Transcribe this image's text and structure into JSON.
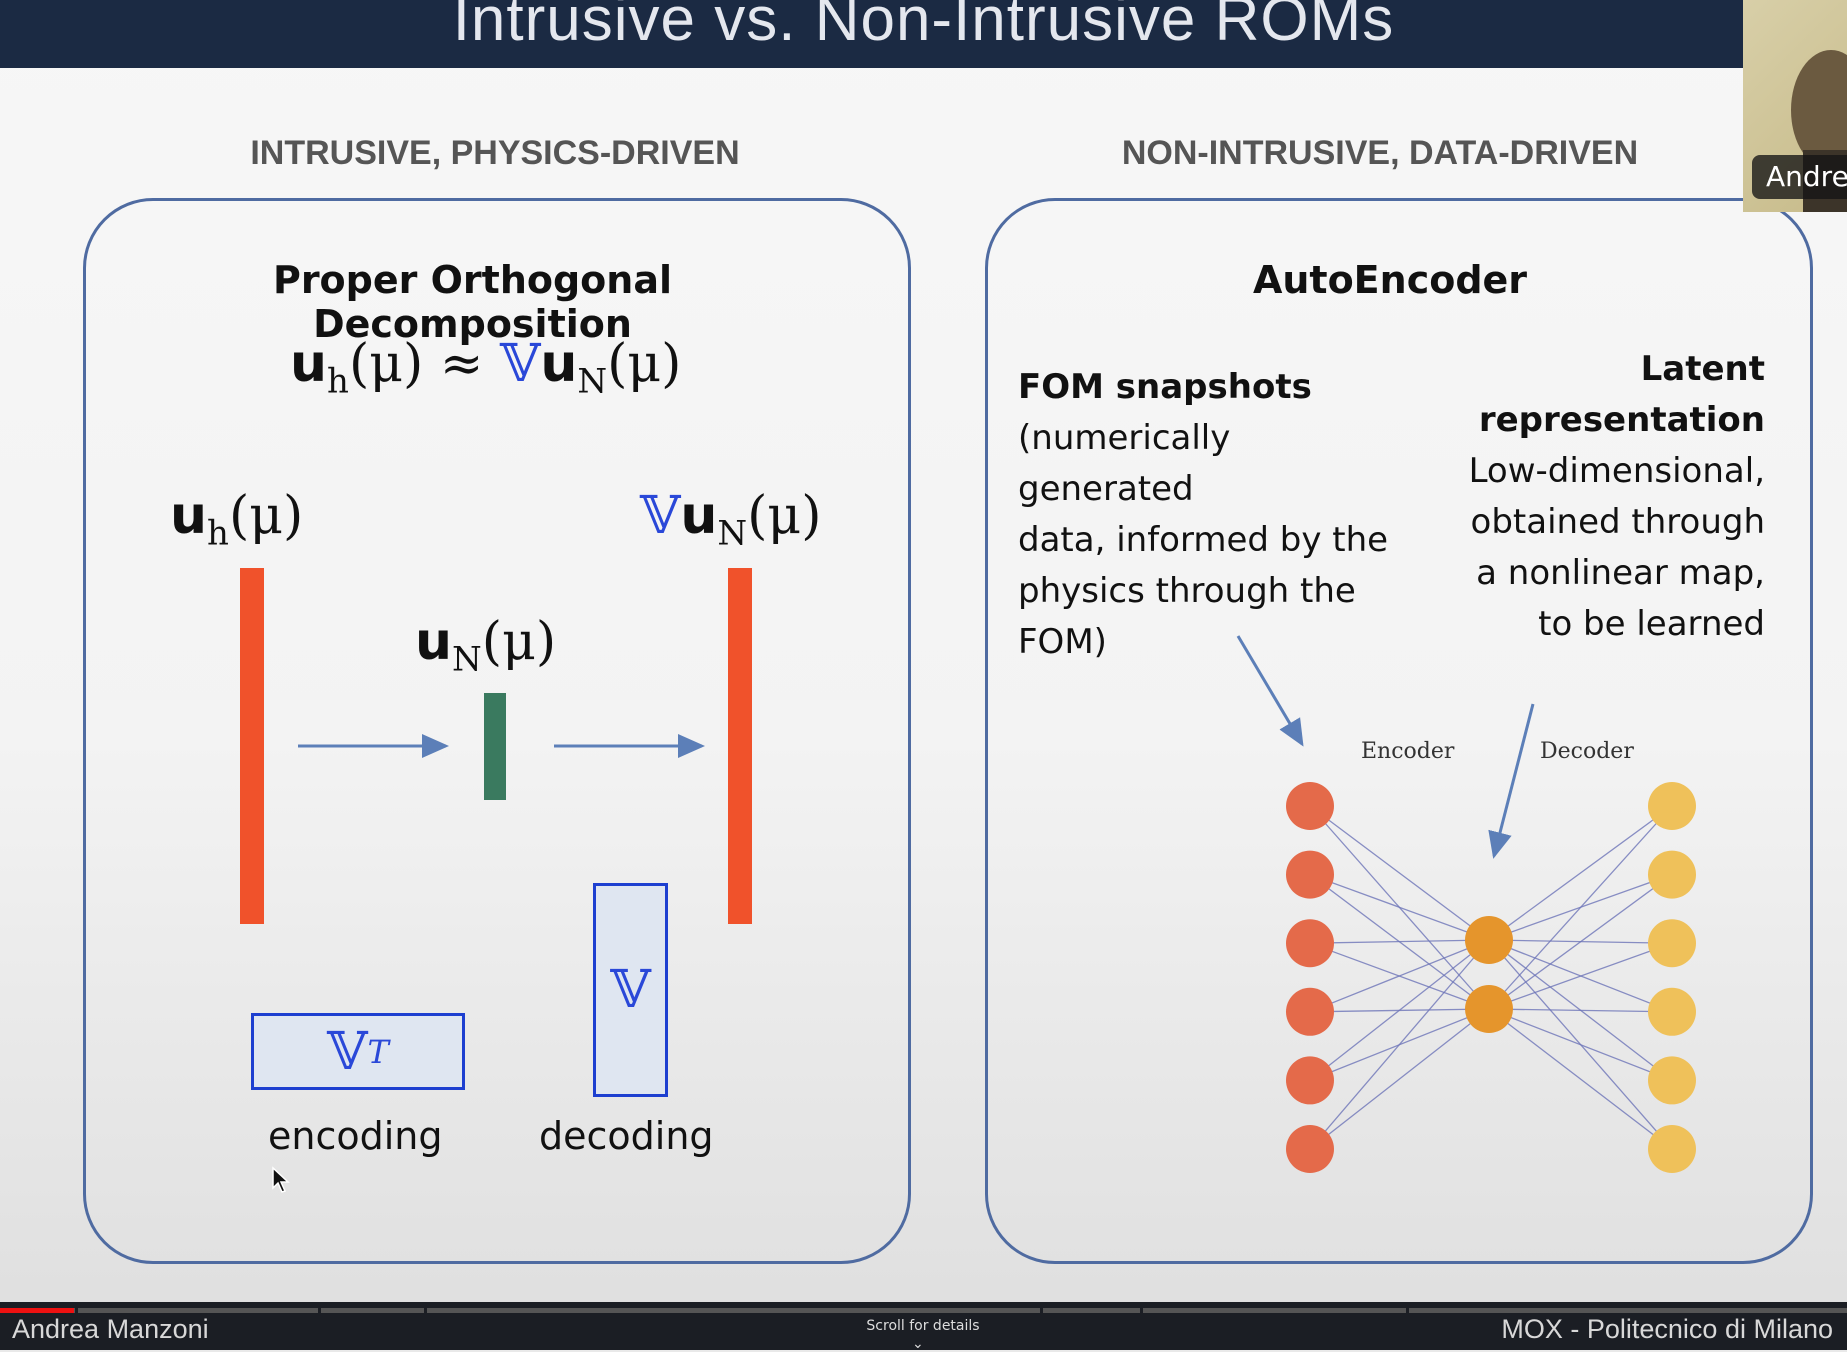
{
  "slide": {
    "title": "Intrusive vs. Non-Intrusive ROMs",
    "left_heading": "INTRUSIVE, PHYSICS-DRIVEN",
    "right_heading": "NON-INTRUSIVE, DATA-DRIVEN",
    "pod": {
      "title": "Proper Orthogonal Decomposition",
      "equation": {
        "lhs_u": "u",
        "lhs_sub": "h",
        "lhs_arg": "(μ)",
        "approx": "≈",
        "V": "𝕍",
        "rhs_u": "u",
        "rhs_sub": "N",
        "rhs_arg": "(μ)"
      },
      "full_label": {
        "u": "u",
        "sub": "h",
        "arg": "(μ)"
      },
      "reduced_label": {
        "u": "u",
        "sub": "N",
        "arg": "(μ)"
      },
      "recon_label": {
        "V": "𝕍",
        "u": "u",
        "sub": "N",
        "arg": "(μ)"
      },
      "encoder_matrix": {
        "V": "𝕍",
        "sup": "T"
      },
      "decoder_matrix": {
        "V": "𝕍"
      },
      "encoding_label": "encoding",
      "decoding_label": "decoding",
      "colors": {
        "full_bar": "#f0522b",
        "reduced_bar": "#3a7a5f",
        "matrix_border": "#1d3fd0"
      }
    },
    "autoencoder": {
      "title": "AutoEncoder",
      "fom_title": "FOM snapshots",
      "fom_desc": [
        "(numerically generated",
        "data, informed by the",
        "physics through the",
        "FOM)"
      ],
      "latent_title": [
        "Latent",
        "representation"
      ],
      "latent_desc": [
        "Low-dimensional,",
        "obtained through",
        "a nonlinear map,",
        "to be learned"
      ],
      "encoder_label": "Encoder",
      "decoder_label": "Decoder",
      "input_nodes": 6,
      "latent_nodes": 2,
      "output_nodes": 6,
      "colors": {
        "input": "#e46a4a",
        "latent": "#e5952c",
        "output": "#efc15a",
        "edges": "#6d74b8"
      }
    }
  },
  "webcam": {
    "name": "Andre"
  },
  "footer": {
    "left": "Andrea Manzoni",
    "right": "MOX - Politecnico di Milano",
    "scroll_hint": "Scroll for details",
    "chevron": "⌄"
  },
  "player": {
    "progress": 0.04
  }
}
